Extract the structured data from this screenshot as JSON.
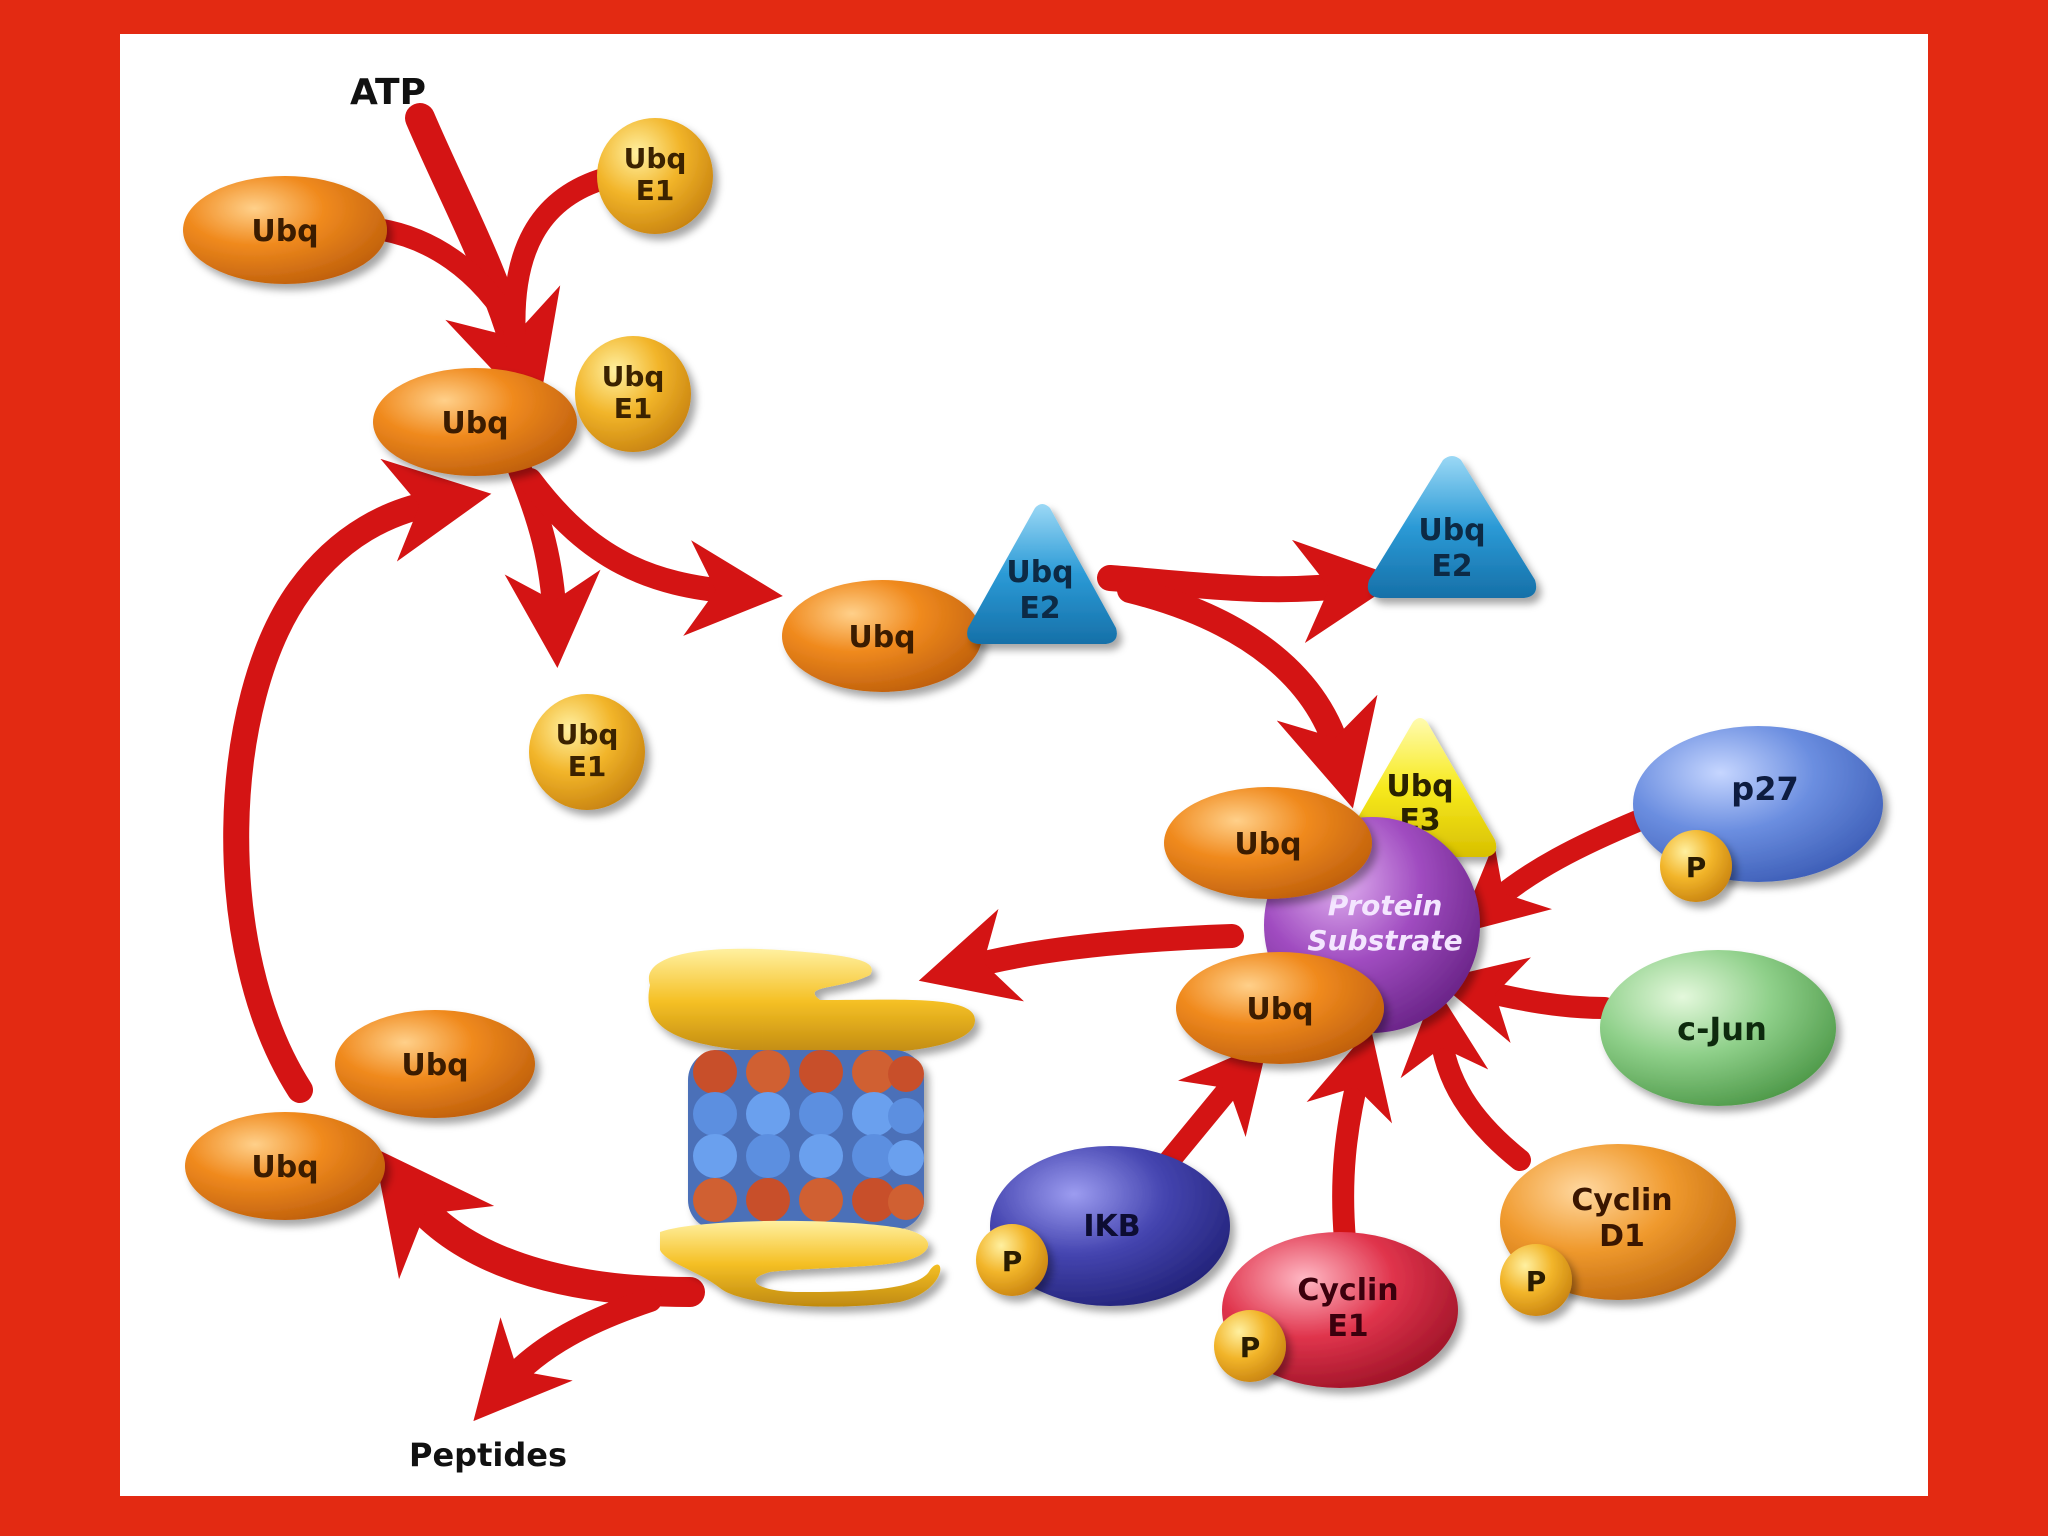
{
  "colors": {
    "frame": "#e32a12",
    "arrow": "#d41414",
    "ubiquitin": "#f08a1e",
    "e1_enzyme": "#f2b52a",
    "e2_enzyme": "#2b9ad6",
    "e3_enzyme": "#f7ea1e",
    "protein_substrate": "#a04cc0",
    "p27": "#6b8ee0",
    "c_jun": "#8fd08a",
    "ikb": "#4545b0",
    "cyclin_e1": "#e0344c",
    "cyclin_d1": "#f09a2e",
    "phosphate": "#f2b52a",
    "proteasome_cap": "#f5c025"
  },
  "labels": {
    "atp": "ATP",
    "peptides": "Peptides",
    "ubq": "Ubq",
    "ubq_e1_line1": "Ubq",
    "ubq_e1_line2": "E1",
    "ubq_e2_line1": "Ubq",
    "ubq_e2_line2": "E2",
    "ubq_e3_line1": "Ubq",
    "ubq_e3_line2": "E3",
    "protein_substrate_line1": "Protein",
    "protein_substrate_line2": "Substrate",
    "p27": "p27",
    "c_jun": "c-Jun",
    "ikb": "IKB",
    "cyclin_e1_line1": "Cyclin",
    "cyclin_e1_line2": "E1",
    "cyclin_d1_line1": "Cyclin",
    "cyclin_d1_line2": "D1",
    "phosphate": "P"
  }
}
